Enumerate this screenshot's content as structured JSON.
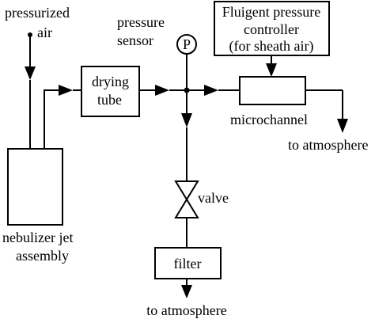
{
  "labels": {
    "pressurized_line1": "pressurized",
    "pressurized_line2": "air",
    "nebulizer_line1": "nebulizer jet",
    "nebulizer_line2": "assembly",
    "drying_line1": "drying",
    "drying_line2": "tube",
    "sensor_line1": "pressure",
    "sensor_line2": "sensor",
    "sensor_symbol": "P",
    "controller_line1": "Fluigent pressure",
    "controller_line2": "controller",
    "controller_line3": "(for sheath air)",
    "microchannel": "microchannel",
    "to_atmosphere_right": "to atmosphere",
    "valve": "valve",
    "filter": "filter",
    "to_atmosphere_bottom": "to atmosphere"
  }
}
